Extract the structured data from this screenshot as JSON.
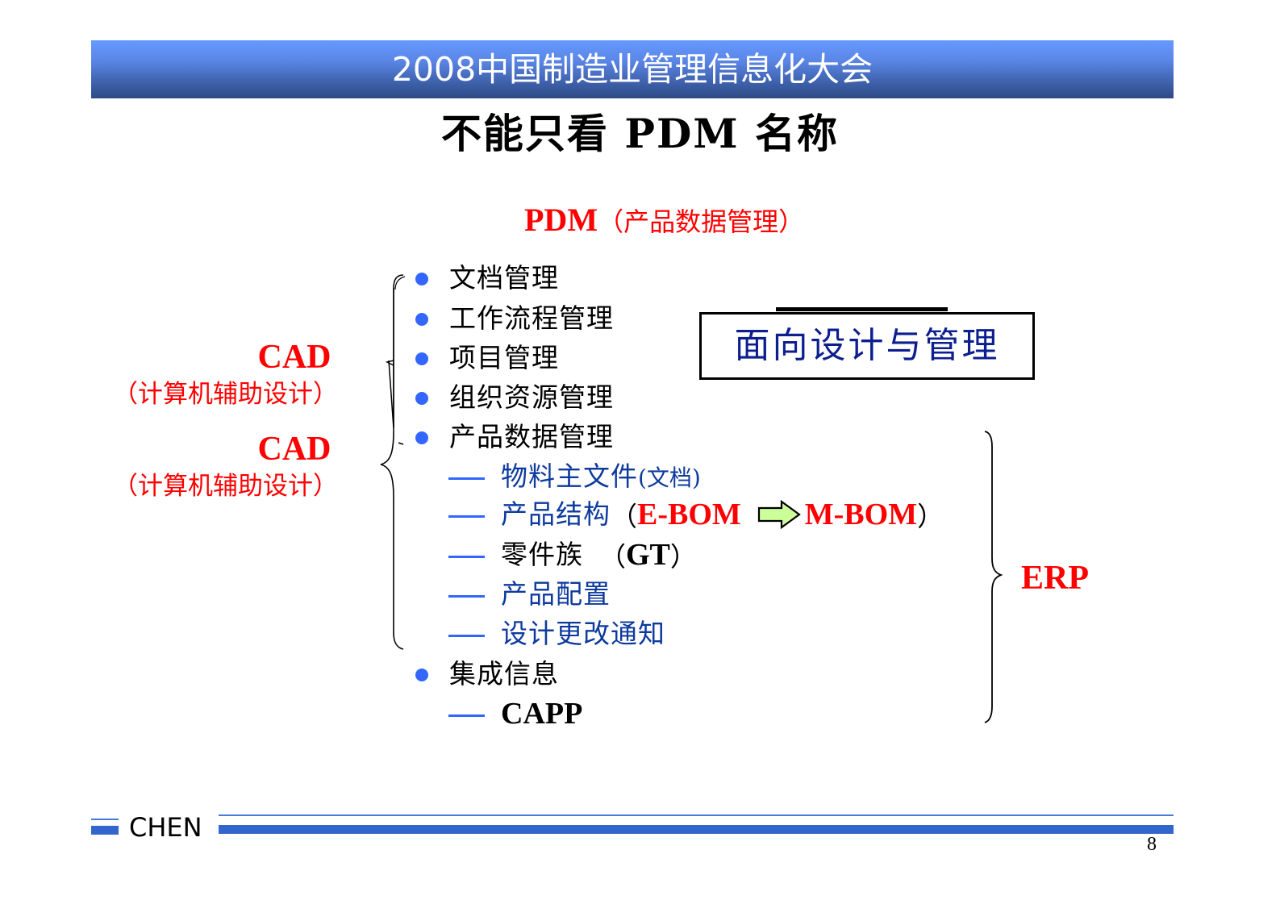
{
  "banner": {
    "title": "2008中国制造业管理信息化大会",
    "gradient_top": "#6699ff",
    "gradient_bottom": "#2e4a85"
  },
  "slide": {
    "title": "不能只看 PDM 名称"
  },
  "pdm_heading": {
    "acronym": "PDM",
    "expansion": "（产品数据管理）"
  },
  "left_labels": [
    {
      "acronym": "CAD",
      "expansion": "（计算机辅助设计）"
    },
    {
      "acronym": "CAD",
      "expansion": "（计算机辅助设计）"
    }
  ],
  "bullets": [
    {
      "label": "文档管理"
    },
    {
      "label": "工作流程管理"
    },
    {
      "label": "项目管理"
    },
    {
      "label": "组织资源管理"
    },
    {
      "label": "产品数据管理"
    }
  ],
  "sub_items": [
    {
      "label": "物料主文件",
      "suffix": "(文档)"
    },
    {
      "label": "产品结构",
      "open": "（",
      "from": "E-BOM",
      "arrow": "arrow-right-icon",
      "to": "M-BOM",
      "close": "）"
    },
    {
      "label": "零件族",
      "open": "（",
      "code": "GT",
      "close": "）"
    },
    {
      "label": "产品配置"
    },
    {
      "label": "设计更改通知"
    }
  ],
  "integration": {
    "label": "集成信息",
    "sub": "CAPP"
  },
  "design_box": {
    "text": "面向设计与管理"
  },
  "erp": {
    "label": "ERP"
  },
  "footer": {
    "brand": "CHEN",
    "page_number": "8"
  },
  "colors": {
    "accent_red": "#ff0000",
    "bullet_blue": "#3366ff",
    "sub_text_blue": "#0d3a9e",
    "footer_blue": "#3366cc",
    "arrow_fill": "#ccff99"
  }
}
